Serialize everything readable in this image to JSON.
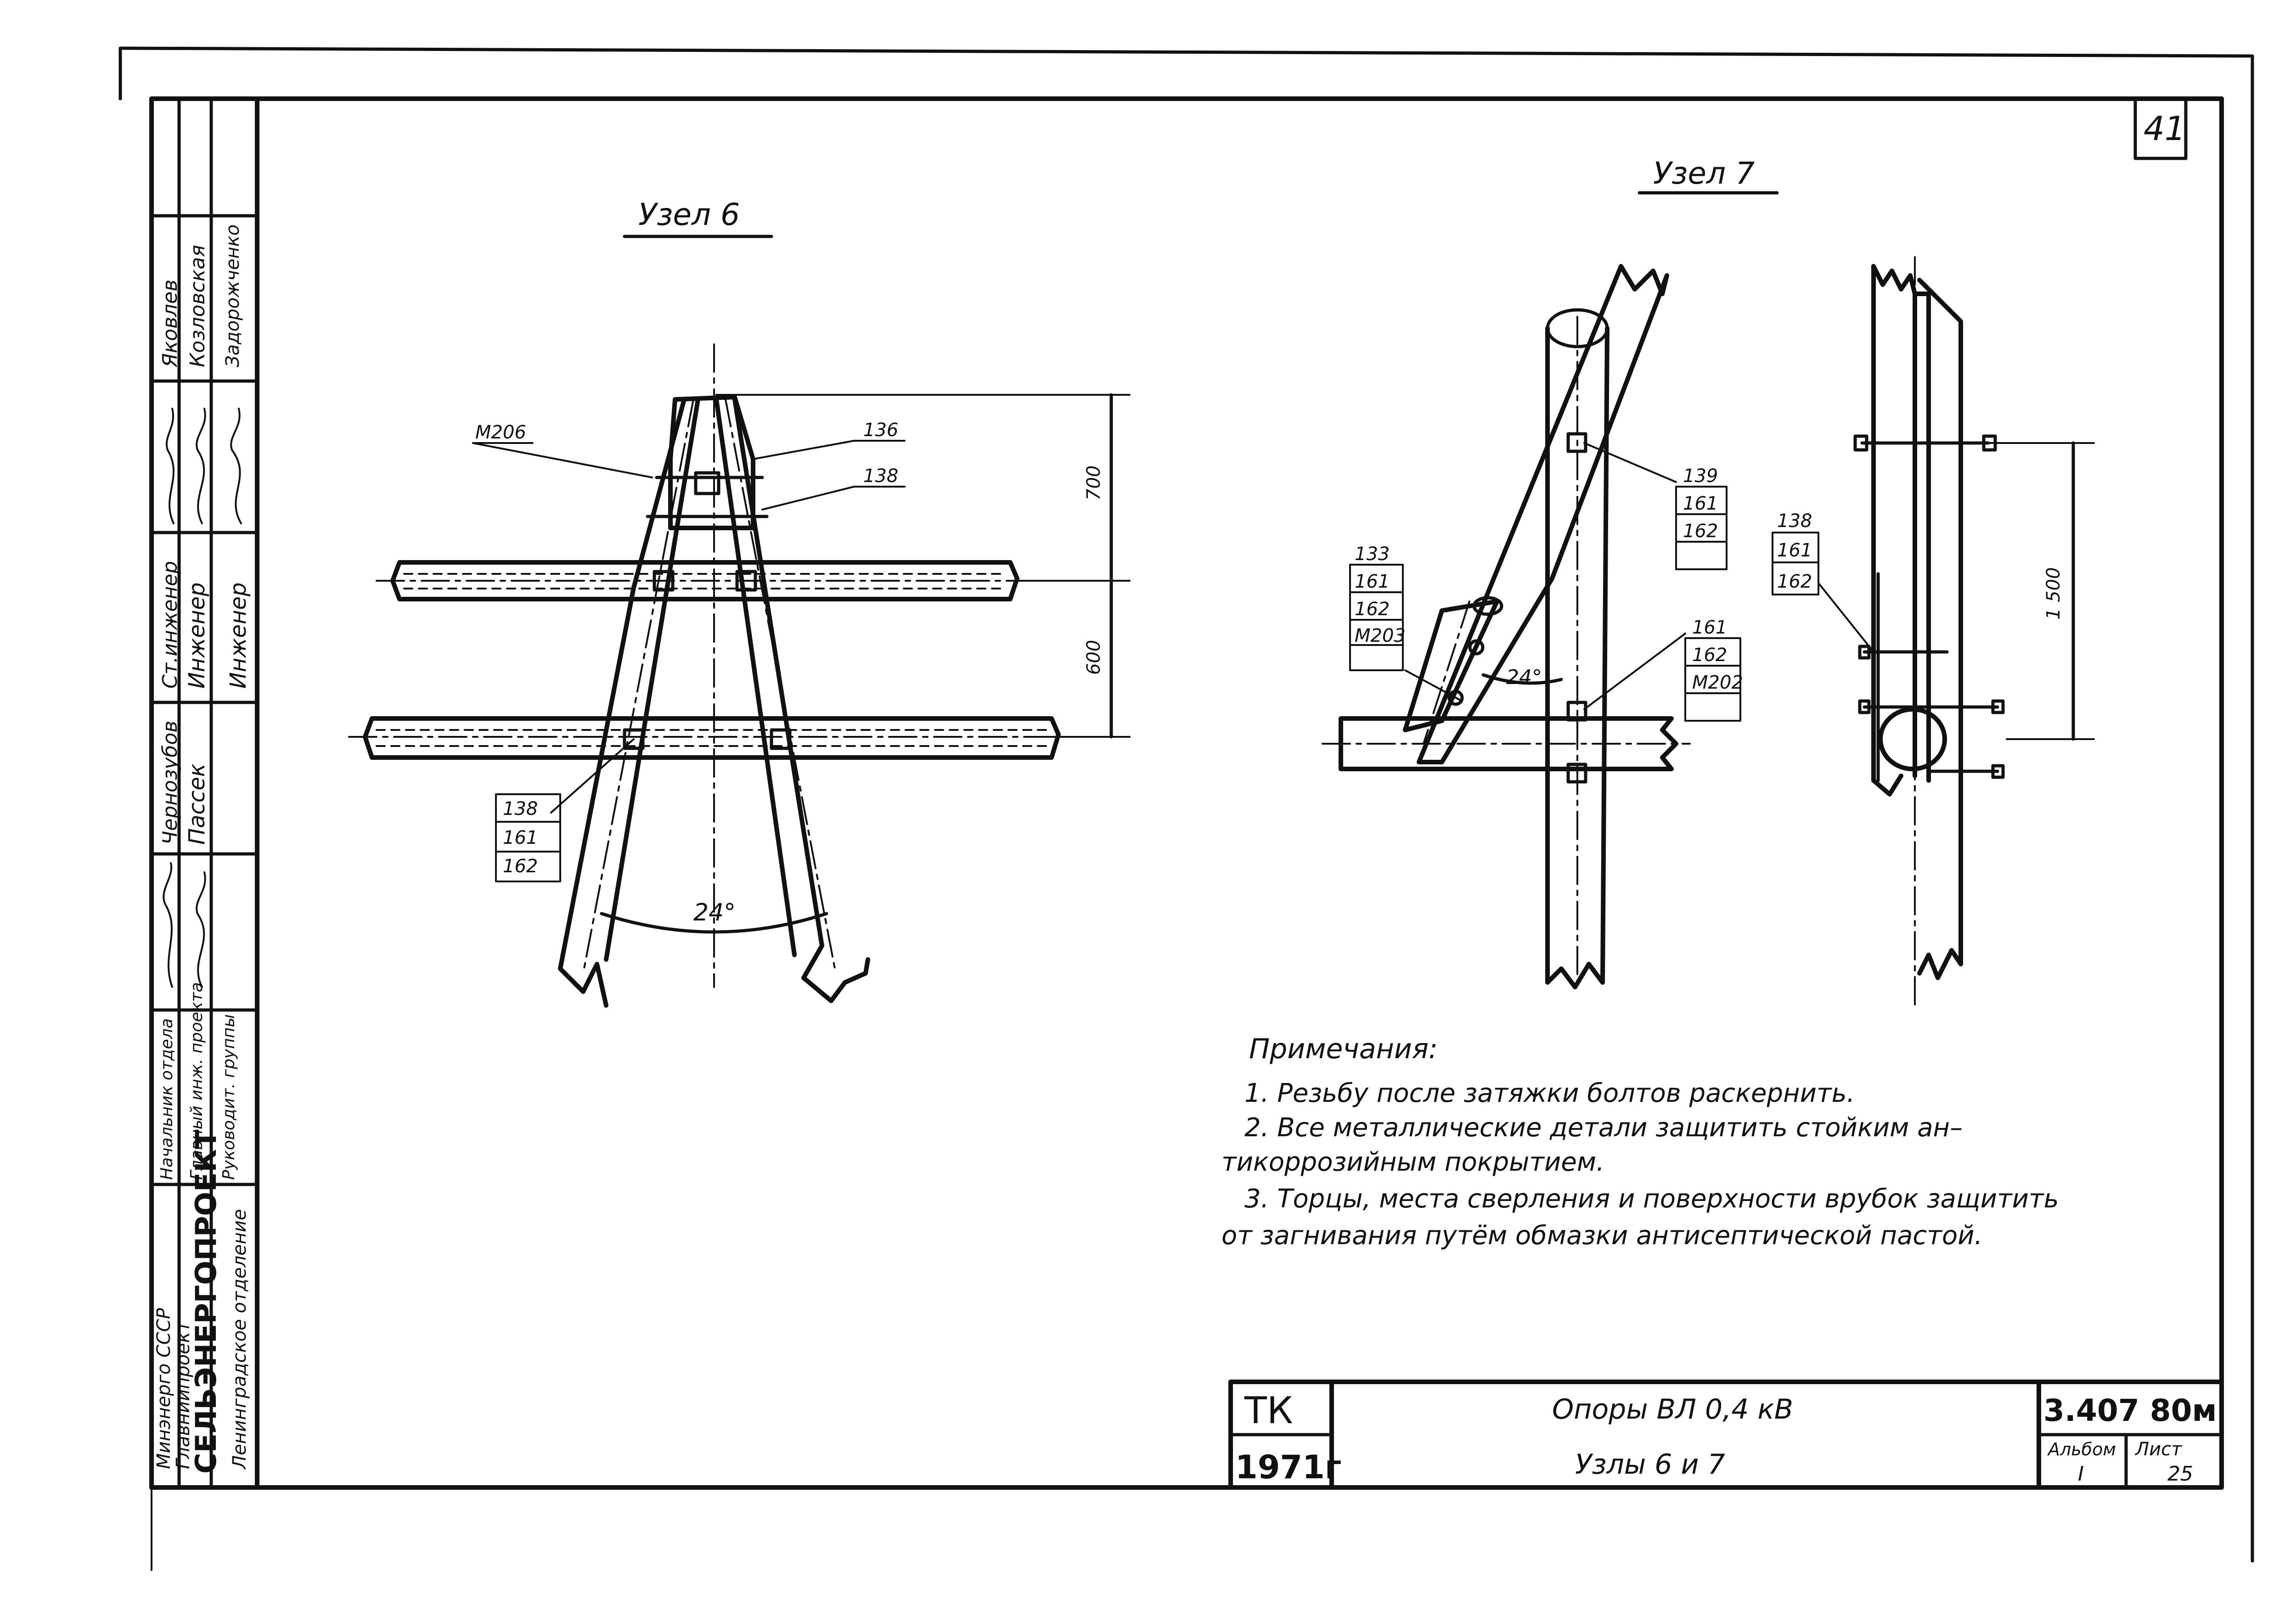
{
  "sheet_number": "41",
  "node6": {
    "title": "Узел 6",
    "callout_top_left": "М206",
    "callout_top_right_1": "136",
    "callout_top_right_2": "138",
    "callout_bottom": [
      "138",
      "161",
      "162"
    ],
    "angle": "24°",
    "dim_top": "700",
    "dim_bottom": "600"
  },
  "node7": {
    "title": "Узел 7",
    "callout_left": [
      "133",
      "161",
      "162",
      "М203"
    ],
    "callout_right_top": [
      "139",
      "161",
      "162"
    ],
    "callout_right_mid": [
      "161",
      "162",
      "М202"
    ],
    "angle": "24°",
    "callout_side": [
      "138",
      "161",
      "162"
    ],
    "dim_side": "1 500"
  },
  "notes": {
    "heading": "Примечания:",
    "lines": [
      "1. Резьбу после затяжки болтов раскернить.",
      "2. Все металлические детали защитить стойким ан–",
      "тикоррозийным покрытием.",
      "3. Торцы, места сверления и поверхности врубок защитить",
      "от загнивания путём обмазки антисептической пастой."
    ]
  },
  "side_block": {
    "org_1": "Минэнерго СССР",
    "org_2": "Главниипроект",
    "org_3": "СЕЛЬЭНЕРГОПРОЕКТ",
    "org_4": "Ленинградское отделение",
    "role_1": "Начальник отдела",
    "role_2": "Главный инж. проекта",
    "role_3": "Руководит. группы",
    "names_col_1": [
      "Чернозубов",
      "Ст.инженер",
      "Яковлев"
    ],
    "names_col_2": [
      "Пассек",
      "Инженер",
      "Козловская"
    ],
    "names_col_3": [
      "Инженер",
      "Задорожченко"
    ]
  },
  "title_block": {
    "code_left": "ТК",
    "year": "1971г",
    "title_1": "Опоры ВЛ 0,4 кВ",
    "title_2": "Узлы 6 и 7",
    "doc_code": "3.407 80м",
    "album_label": "Альбом",
    "album_value": "I",
    "sheet_label": "Лист",
    "sheet_value": "25"
  }
}
